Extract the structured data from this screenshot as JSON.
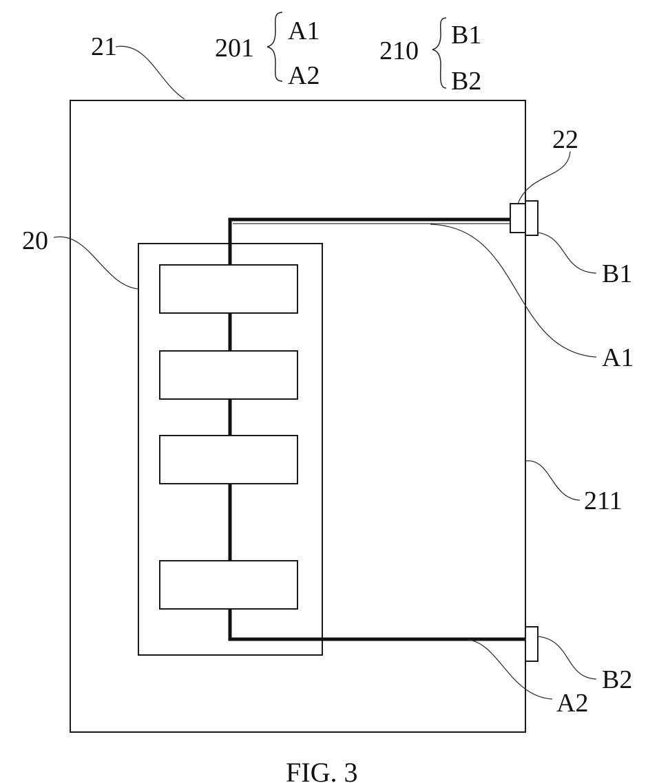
{
  "labels": {
    "board": "21",
    "module": "20",
    "connector": "22",
    "edge": "211",
    "wire_a1": "A1",
    "wire_a2": "A2",
    "pad_b1": "B1",
    "pad_b2": "B2"
  },
  "legend": {
    "group_201": {
      "ref": "201",
      "items": [
        "A1",
        "A2"
      ]
    },
    "group_210": {
      "ref": "210",
      "items": [
        "B1",
        "B2"
      ]
    }
  },
  "caption": "FIG. 3",
  "module_block_count": 4
}
